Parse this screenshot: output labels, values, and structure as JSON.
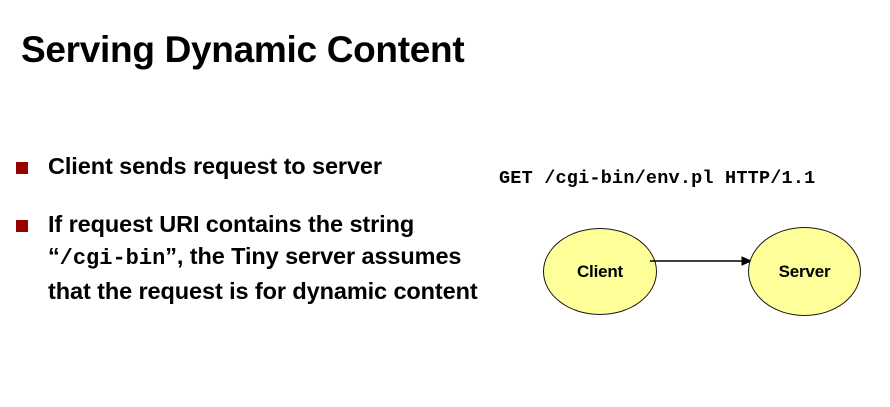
{
  "slide": {
    "title": "Serving Dynamic Content",
    "background_color": "#ffffff",
    "text_color": "#000000"
  },
  "bullets": {
    "marker_color": "#990000",
    "items": [
      {
        "id": "client-sends-request",
        "text": "Client sends request to server"
      },
      {
        "id": "cgi-bin-detection",
        "text_before": "If request URI contains the string “",
        "code": "/cgi-bin",
        "text_after": "”, the Tiny server assumes that the request is for dynamic content"
      }
    ]
  },
  "diagram": {
    "request_line": "GET /cgi-bin/env.pl HTTP/1.1",
    "nodes": [
      {
        "id": "client",
        "label": "Client",
        "fill": "#ffff99",
        "stroke": "#1a1a1a"
      },
      {
        "id": "server",
        "label": "Server",
        "fill": "#ffff99",
        "stroke": "#1a1a1a"
      }
    ],
    "arrow": {
      "id": "client-to-server",
      "direction": "right",
      "color": "#000000"
    }
  }
}
